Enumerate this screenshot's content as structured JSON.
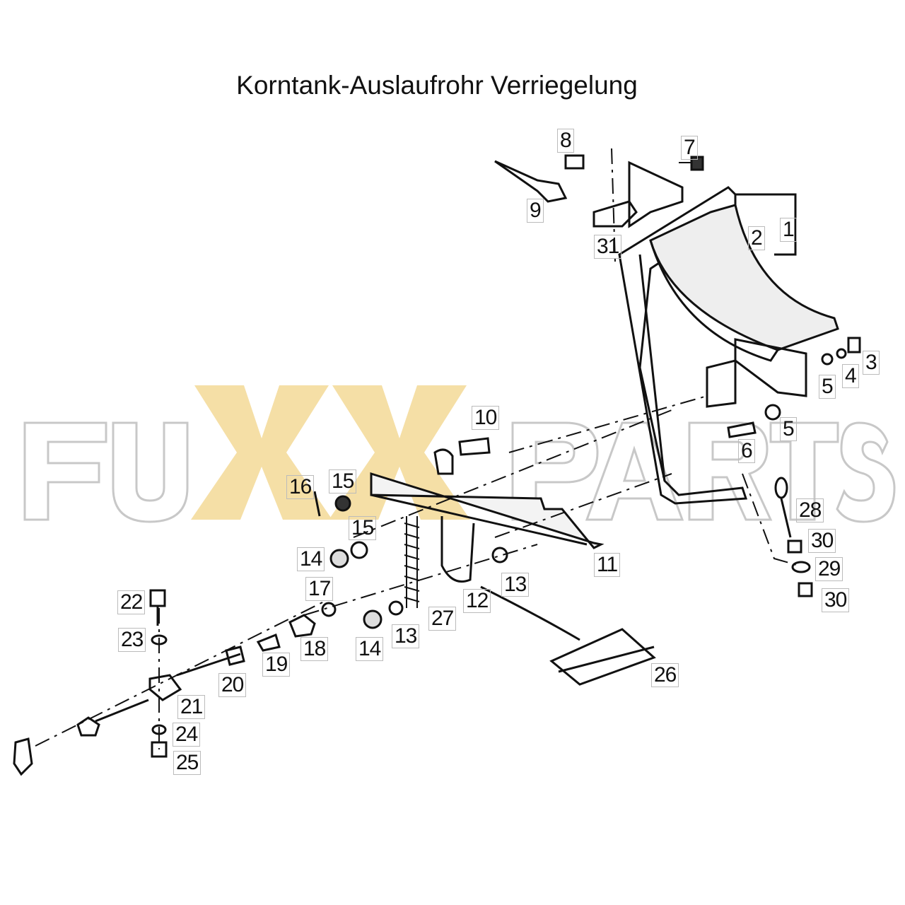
{
  "title": "Korntank-Auslaufrohr Verriegelung",
  "watermark": {
    "text": "FUXXPARTS",
    "accent_color": "#f5dfa6",
    "outline_color": "#c8c8c8"
  },
  "callouts": [
    "8",
    "7",
    "9",
    "31",
    "1",
    "2",
    "3",
    "4",
    "5",
    "5",
    "6",
    "10",
    "16",
    "15",
    "15",
    "14",
    "17",
    "11",
    "13",
    "12",
    "27",
    "28",
    "30",
    "29",
    "30",
    "22",
    "23",
    "18",
    "14",
    "13",
    "19",
    "20",
    "21",
    "24",
    "25",
    "26"
  ]
}
